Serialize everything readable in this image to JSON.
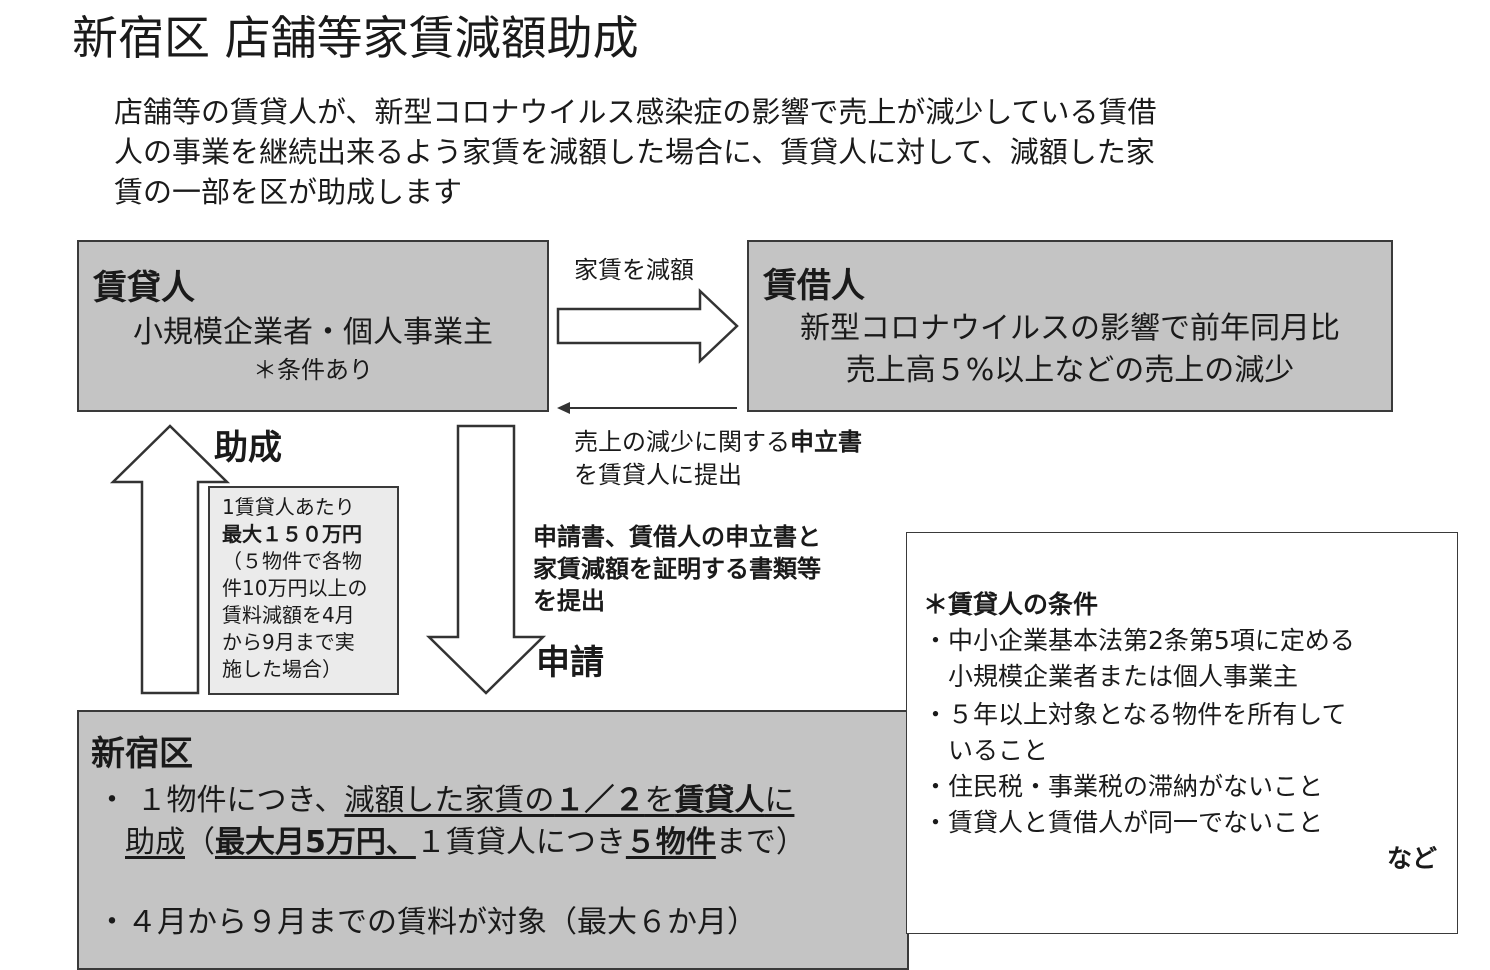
{
  "title": "新宿区 店舗等家賃減額助成",
  "intro": [
    "店舗等の賃貸人が、新型コロナウイルス感染症の影響で売上が減少している賃借",
    "人の事業を継続出来るよう家賃を減額した場合に、賃貸人に対して、減額した家",
    "賃の一部を区が助成します"
  ],
  "lessor": {
    "title": "賃貸人",
    "line1": "小規模企業者・個人事業主",
    "line2": "＊条件あり"
  },
  "lessee": {
    "title": "賃借人",
    "line1": "新型コロナウイルスの影響で前年同月比",
    "line2": "売上高５%以上などの売上の減少"
  },
  "arrow_rent": {
    "label": "家賃を減額"
  },
  "arrow_statement": {
    "line1_pre": "売上の減少に関する",
    "line1_bold": "申立書",
    "line2": "を賃貸人に提出"
  },
  "subsidy": {
    "label": "助成",
    "note": [
      "1賃貸人あたり",
      "最大１５０万円",
      "（５物件で各物",
      "件10万円以上の",
      "賃料減額を4月",
      "から9月まで実",
      "施した場合）"
    ]
  },
  "application": {
    "label": "申請",
    "docs": [
      "申請書、賃借人の申立書と",
      "家賃減額を証明する書類等",
      "を提出"
    ]
  },
  "ward": {
    "title": "新宿区",
    "b1_a": "・ １物件につき、",
    "b1_b": "減額した家賃の",
    "b1_c": "１／２",
    "b1_d": "を",
    "b1_e": "賃貸人",
    "b1_f": "に",
    "b2_a": "助成",
    "b2_b": "（",
    "b2_c": "最大月5万円、",
    "b2_d": "１賃貸人につき",
    "b2_e": "５物件",
    "b2_f": "まで）",
    "b3": "・４月から９月までの賃料が対象（最大６か月）"
  },
  "conditions": {
    "title": "＊賃貸人の条件",
    "items": [
      "・中小企業基本法第2条第5項に定める",
      "　小規模企業者または個人事業主",
      "・５年以上対象となる物件を所有して",
      "　いること",
      "・住民税・事業税の滞納がないこと",
      "・賃貸人と賃借人が同一でないこと"
    ],
    "footer": "など"
  }
}
